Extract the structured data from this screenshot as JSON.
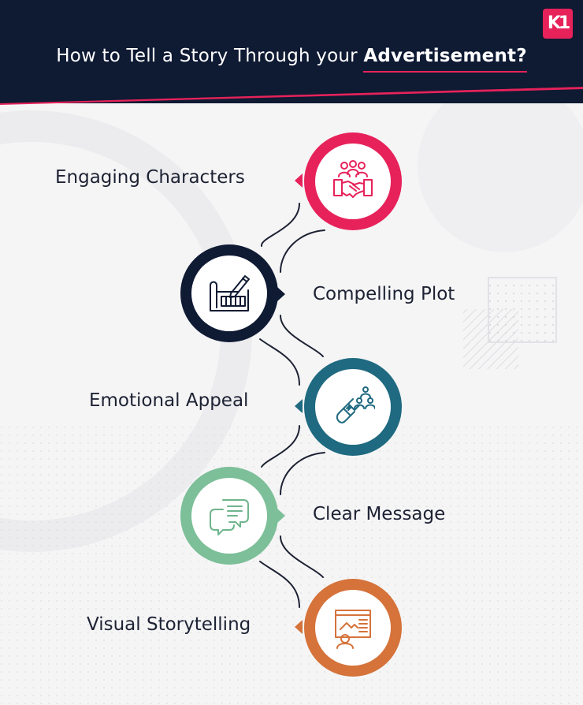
{
  "header": {
    "title_prefix": "How to Tell a Story Through your ",
    "title_accent": "Advertisement?",
    "logo_text": "K1",
    "bg_color": "#0f1a33",
    "accent_color": "#e7225a"
  },
  "steps": [
    {
      "label": "Engaging Characters",
      "color": "#e7225a",
      "icon": "handshake-people-icon"
    },
    {
      "label": "Compelling Plot",
      "color": "#0f1a33",
      "icon": "blueprint-pencil-icon"
    },
    {
      "label": "Emotional Appeal",
      "color": "#1f6a80",
      "icon": "magnet-people-icon"
    },
    {
      "label": "Clear Message",
      "color": "#7cbf98",
      "icon": "chat-bubbles-icon"
    },
    {
      "label": "Visual Storytelling",
      "color": "#d5733b",
      "icon": "presentation-board-icon"
    }
  ]
}
